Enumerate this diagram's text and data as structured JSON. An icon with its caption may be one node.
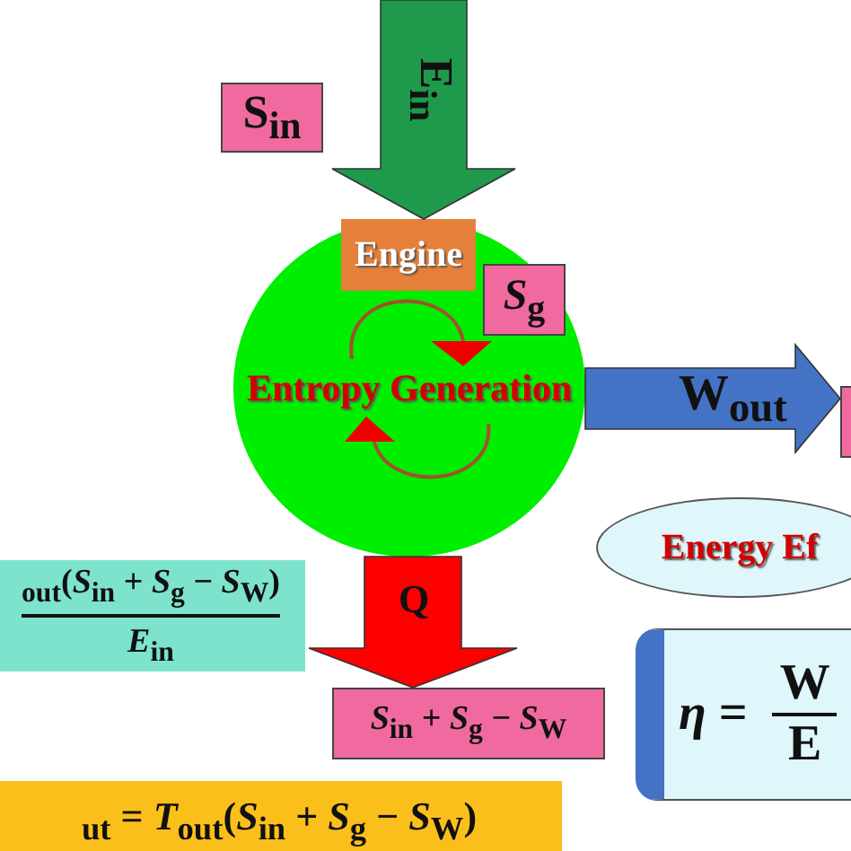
{
  "diagram": {
    "nodes": [
      {
        "text": [
          "S$_{in}$"
        ]
      },
      {
        "text": [
          "Entropy Generation"
        ]
      },
      {
        "text": [
          "Engine"
        ],
        "in": 1
      },
      {
        "text": [
          "*S*$_{g}$"
        ],
        "in": 1
      },
      {
        "text": [],
        "shape": "box"
      },
      {
        "text": [
          "$_{out}$(*S*$_{in}$ + *S*$_{g}$ − *S*$_{W}$)",
          "*E*$_{in}$"
        ]
      },
      {
        "text": [
          "*S*$_{in}$ + *S*$_{g}$ − *S*$_{W}$"
        ]
      },
      {
        "text": [
          "Energy Ef"
        ]
      },
      {
        "text": [
          "*η* =",
          "W",
          "E"
        ]
      },
      {
        "text": [
          "$_{ut}$ = *T*$_{out}$(*S*$_{in}$ + *S*$_{g}$ − *S*$_{W}$)"
        ]
      }
    ],
    "edges": [
      {
        "from": null,
        "to": 2,
        "arrow": "to",
        "label": "E$_{in}$",
        "color": "#1f9a4c"
      },
      {
        "from": 1,
        "to": 4,
        "arrow": "to",
        "label": "W$_{out}$",
        "color": "#4472c4"
      },
      {
        "from": 1,
        "to": 6,
        "arrow": "to",
        "label": "Q",
        "color": "#ff0000"
      }
    ]
  }
}
